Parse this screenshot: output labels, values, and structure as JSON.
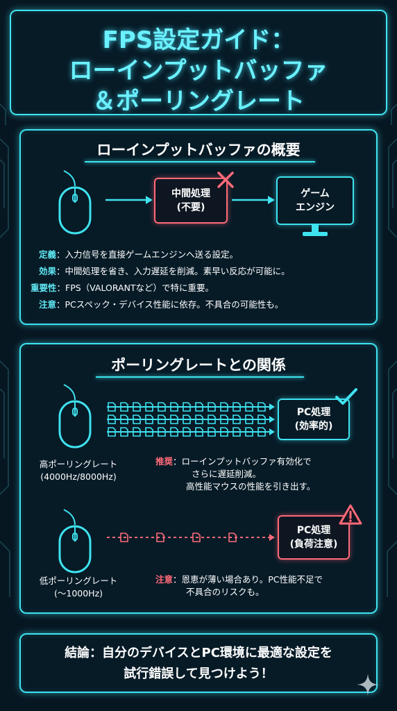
{
  "title": {
    "line1": "FPS設定ガイド：",
    "line2": "ローインプットバッファ",
    "line3": "＆ポーリングレート"
  },
  "section1": {
    "heading": "ローインプットバッファの概要",
    "middle_box": {
      "line1": "中間処理",
      "line2": "(不要)"
    },
    "engine_box": {
      "line1": "ゲーム",
      "line2": "エンジン"
    },
    "definitions": [
      {
        "label": "定義",
        "text": "：入力信号を直接ゲームエンジンへ送る設定。"
      },
      {
        "label": "効果",
        "text": "：中間処理を省き、入力遅延を削減。素早い反応が可能に。"
      },
      {
        "label": "重要性",
        "text": "：FPS（VALORANTなど）で特に重要。"
      },
      {
        "label": "注意",
        "text": "：PCスペック・デバイス性能に依存。不具合の可能性も。"
      }
    ]
  },
  "section2": {
    "heading": "ポーリングレートとの関係",
    "high": {
      "caption_line1": "高ポーリングレート",
      "caption_line2": "(4000Hz/8000Hz)",
      "box_line1": "PC処理",
      "box_line2": "(効率的)",
      "note_label": "推奨",
      "note_line1": "：ローインプットバッファ有効化で",
      "note_line2": "さらに遅延削減。",
      "note_line3": "高性能マウスの性能を引き出す。"
    },
    "low": {
      "caption_line1": "低ポーリングレート",
      "caption_line2": "(〜1000Hz)",
      "box_line1": "PC処理",
      "box_line2": "(負荷注意)",
      "note_label": "注意",
      "note_line1": "：恩恵が薄い場合あり。PC性能不足で",
      "note_line2": "不具合のリスクも。"
    }
  },
  "conclusion": {
    "line1": "結論：自分のデバイスとPC環境に最適な設定を",
    "line2": "試行錯誤して見つけよう！"
  },
  "colors": {
    "accent": "#3fe3f0",
    "warning": "#ff6a78",
    "background": "#071722"
  },
  "icons": [
    "mouse-icon",
    "cross-mark-icon",
    "monitor-icon",
    "checkmark-icon",
    "warning-icon",
    "packet-icon",
    "sparkle-icon"
  ]
}
